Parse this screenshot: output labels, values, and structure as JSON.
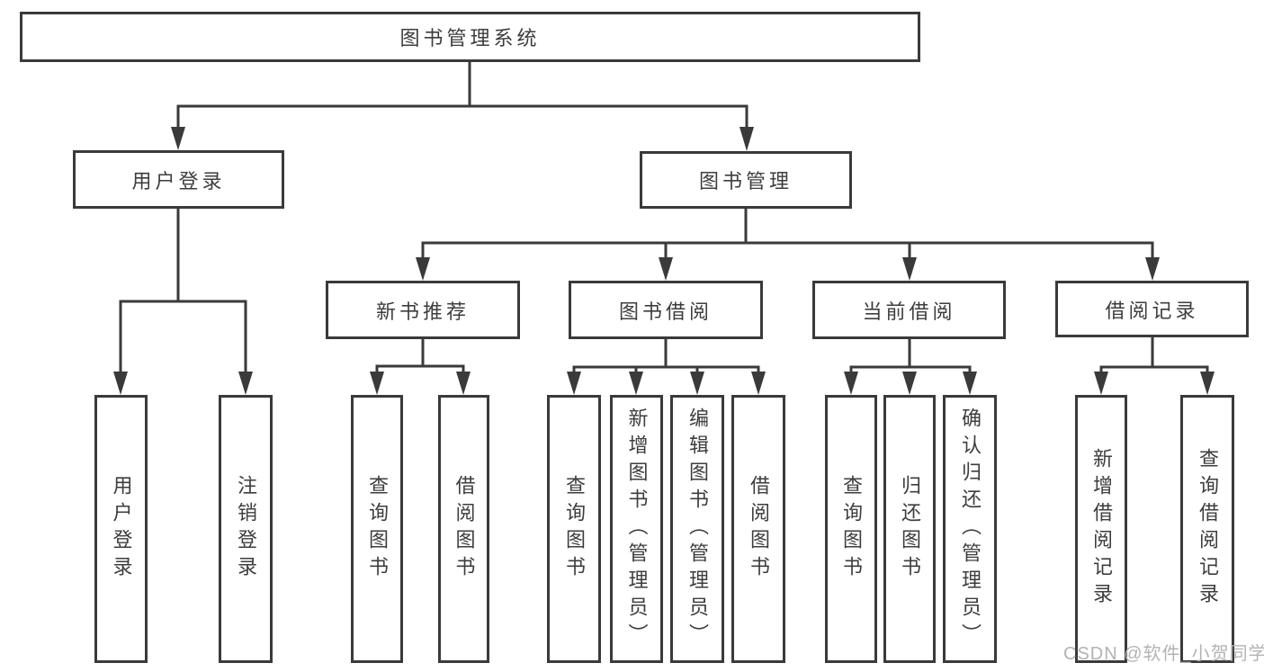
{
  "diagram_title": "图书管理系统",
  "tree": {
    "label": "图书管理系统",
    "children": [
      {
        "label": "用户登录",
        "children": [
          {
            "label": "用户登录"
          },
          {
            "label": "注销登录"
          }
        ]
      },
      {
        "label": "图书管理",
        "children": [
          {
            "label": "新书推荐",
            "children": [
              {
                "label": "查询图书"
              },
              {
                "label": "借阅图书"
              }
            ]
          },
          {
            "label": "图书借阅",
            "children": [
              {
                "label": "查询图书"
              },
              {
                "label": "新增图书（管理员）"
              },
              {
                "label": "编辑图书（管理员）"
              },
              {
                "label": "借阅图书"
              }
            ]
          },
          {
            "label": "当前借阅",
            "children": [
              {
                "label": "查询图书"
              },
              {
                "label": "归还图书"
              },
              {
                "label": "确认归还（管理员）"
              }
            ]
          },
          {
            "label": "借阅记录",
            "children": [
              {
                "label": "新增借阅记录"
              },
              {
                "label": "查询借阅记录"
              }
            ]
          }
        ]
      }
    ]
  },
  "watermark": "CSDN @软件_小贺同学",
  "colors": {
    "line": "#3a3a3a",
    "box_border": "#3a3a3a",
    "text": "#3d3d3d",
    "watermark": "#b3b3b3",
    "background": "#ffffff"
  }
}
